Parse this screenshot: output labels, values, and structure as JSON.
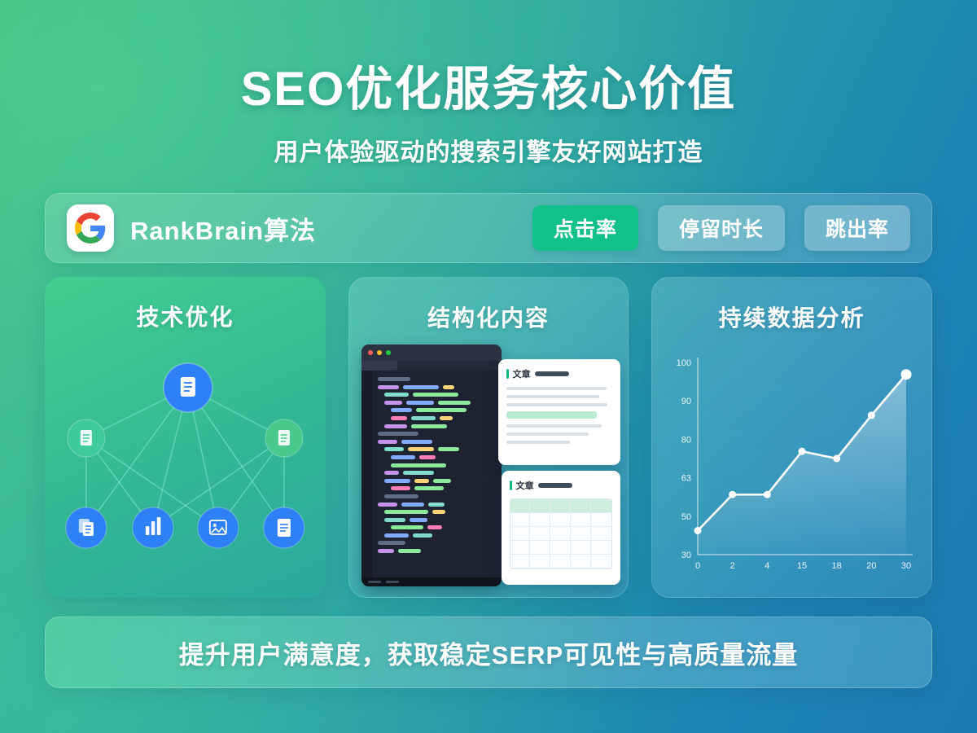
{
  "page": {
    "title": "SEO优化服务核心价值",
    "subtitle": "用户体验驱动的搜索引擎友好网站打造",
    "footer": "提升用户满意度，获取稳定SERP可见性与高质量流量"
  },
  "rankbrain": {
    "logo": "google-g-logo",
    "label": "RankBrain算法",
    "badges": [
      {
        "label": "点击率",
        "style": "solid-green",
        "color": "#12c08a"
      },
      {
        "label": "停留时长",
        "style": "glass",
        "color": "rgba(255,255,255,0.26)"
      },
      {
        "label": "跳出率",
        "style": "glass",
        "color": "rgba(255,255,255,0.26)"
      }
    ]
  },
  "cards": [
    {
      "title": "技术优化"
    },
    {
      "title": "结构化内容",
      "panels": [
        {
          "heading": "文章"
        },
        {
          "heading": "文章"
        }
      ]
    },
    {
      "title": "持续数据分析"
    }
  ],
  "colors": {
    "background_green": "#3dbb86",
    "background_blue": "#1b78ae",
    "badge_green": "#12c08a",
    "card_green_start": "#45cf92",
    "card_green_end": "#2ba89e",
    "node_blue": "#2e80f7",
    "node_teal": "#3fcb9e",
    "node_green": "#49c98b",
    "chart_line": "#ffffff"
  },
  "chart_data": {
    "type": "line",
    "title": "持续数据分析",
    "x_tick_labels": [
      "0",
      "2",
      "4",
      "15",
      "18",
      "20",
      "30"
    ],
    "y_tick_labels": [
      "100",
      "90",
      "80",
      "63",
      "50",
      "30"
    ],
    "values": [
      30,
      45,
      45,
      63,
      60,
      78,
      95
    ],
    "ylim": [
      20,
      100
    ],
    "grid": false,
    "legend": "none",
    "marker": "circle",
    "area_fill": "white-fade"
  }
}
